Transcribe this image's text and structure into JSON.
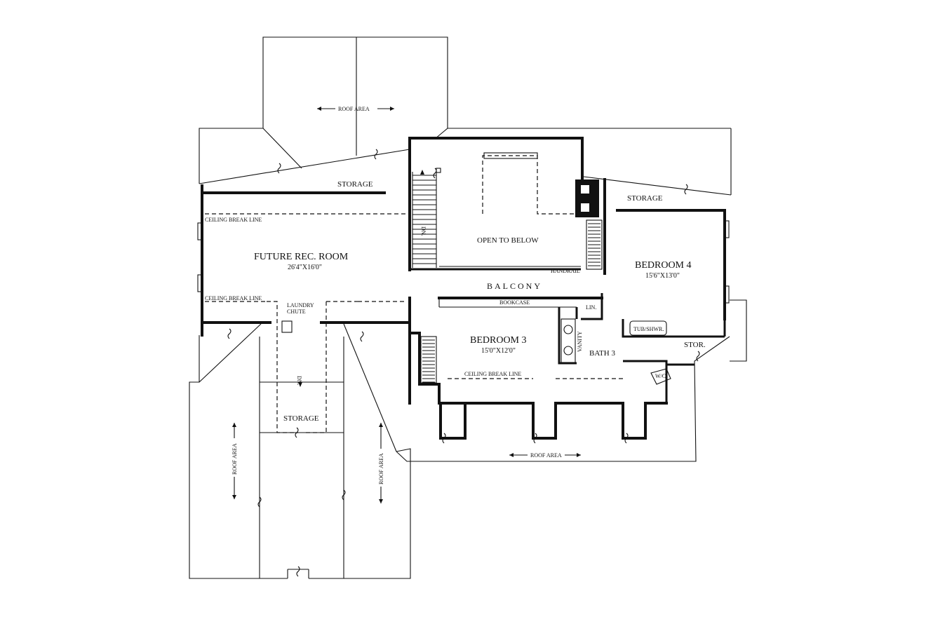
{
  "labels": {
    "roof_area_top": "ROOF AREA",
    "roof_area_bottom": "ROOF AREA",
    "roof_area_left": "ROOF AREA",
    "roof_area_mid": "ROOF AREA",
    "storage_top_left": "STORAGE",
    "storage_top_right": "STORAGE",
    "storage_bottom": "STORAGE",
    "ceiling_break_top": "CEILING BREAK LINE",
    "ceiling_break_mid": "CEILING BREAK LINE",
    "ceiling_break_bed3": "CEILING BREAK LINE",
    "future_rec_room": "FUTURE REC. ROOM",
    "future_rec_room_dim": "26'4\"X16'0\"",
    "open_to_below": "OPEN TO BELOW",
    "handrail": "HANDRAIL",
    "balcony": "BALCONY",
    "bookcase": "BOOKCASE",
    "lin": "LIN.",
    "laundry": "LAUNDRY",
    "chute": "CHUTE",
    "bedroom4": "BEDROOM 4",
    "bedroom4_dim": "15'6\"X13'0\"",
    "bedroom3": "BEDROOM 3",
    "bedroom3_dim": "15'0\"X12'0\"",
    "bath3": "BATH 3",
    "vanity": "VANITY",
    "tub_shwr": "TUB/SHWR.",
    "stor": "STOR.",
    "wc": "W/C",
    "dn_stair": "DN.",
    "dn_lower": "DN."
  }
}
